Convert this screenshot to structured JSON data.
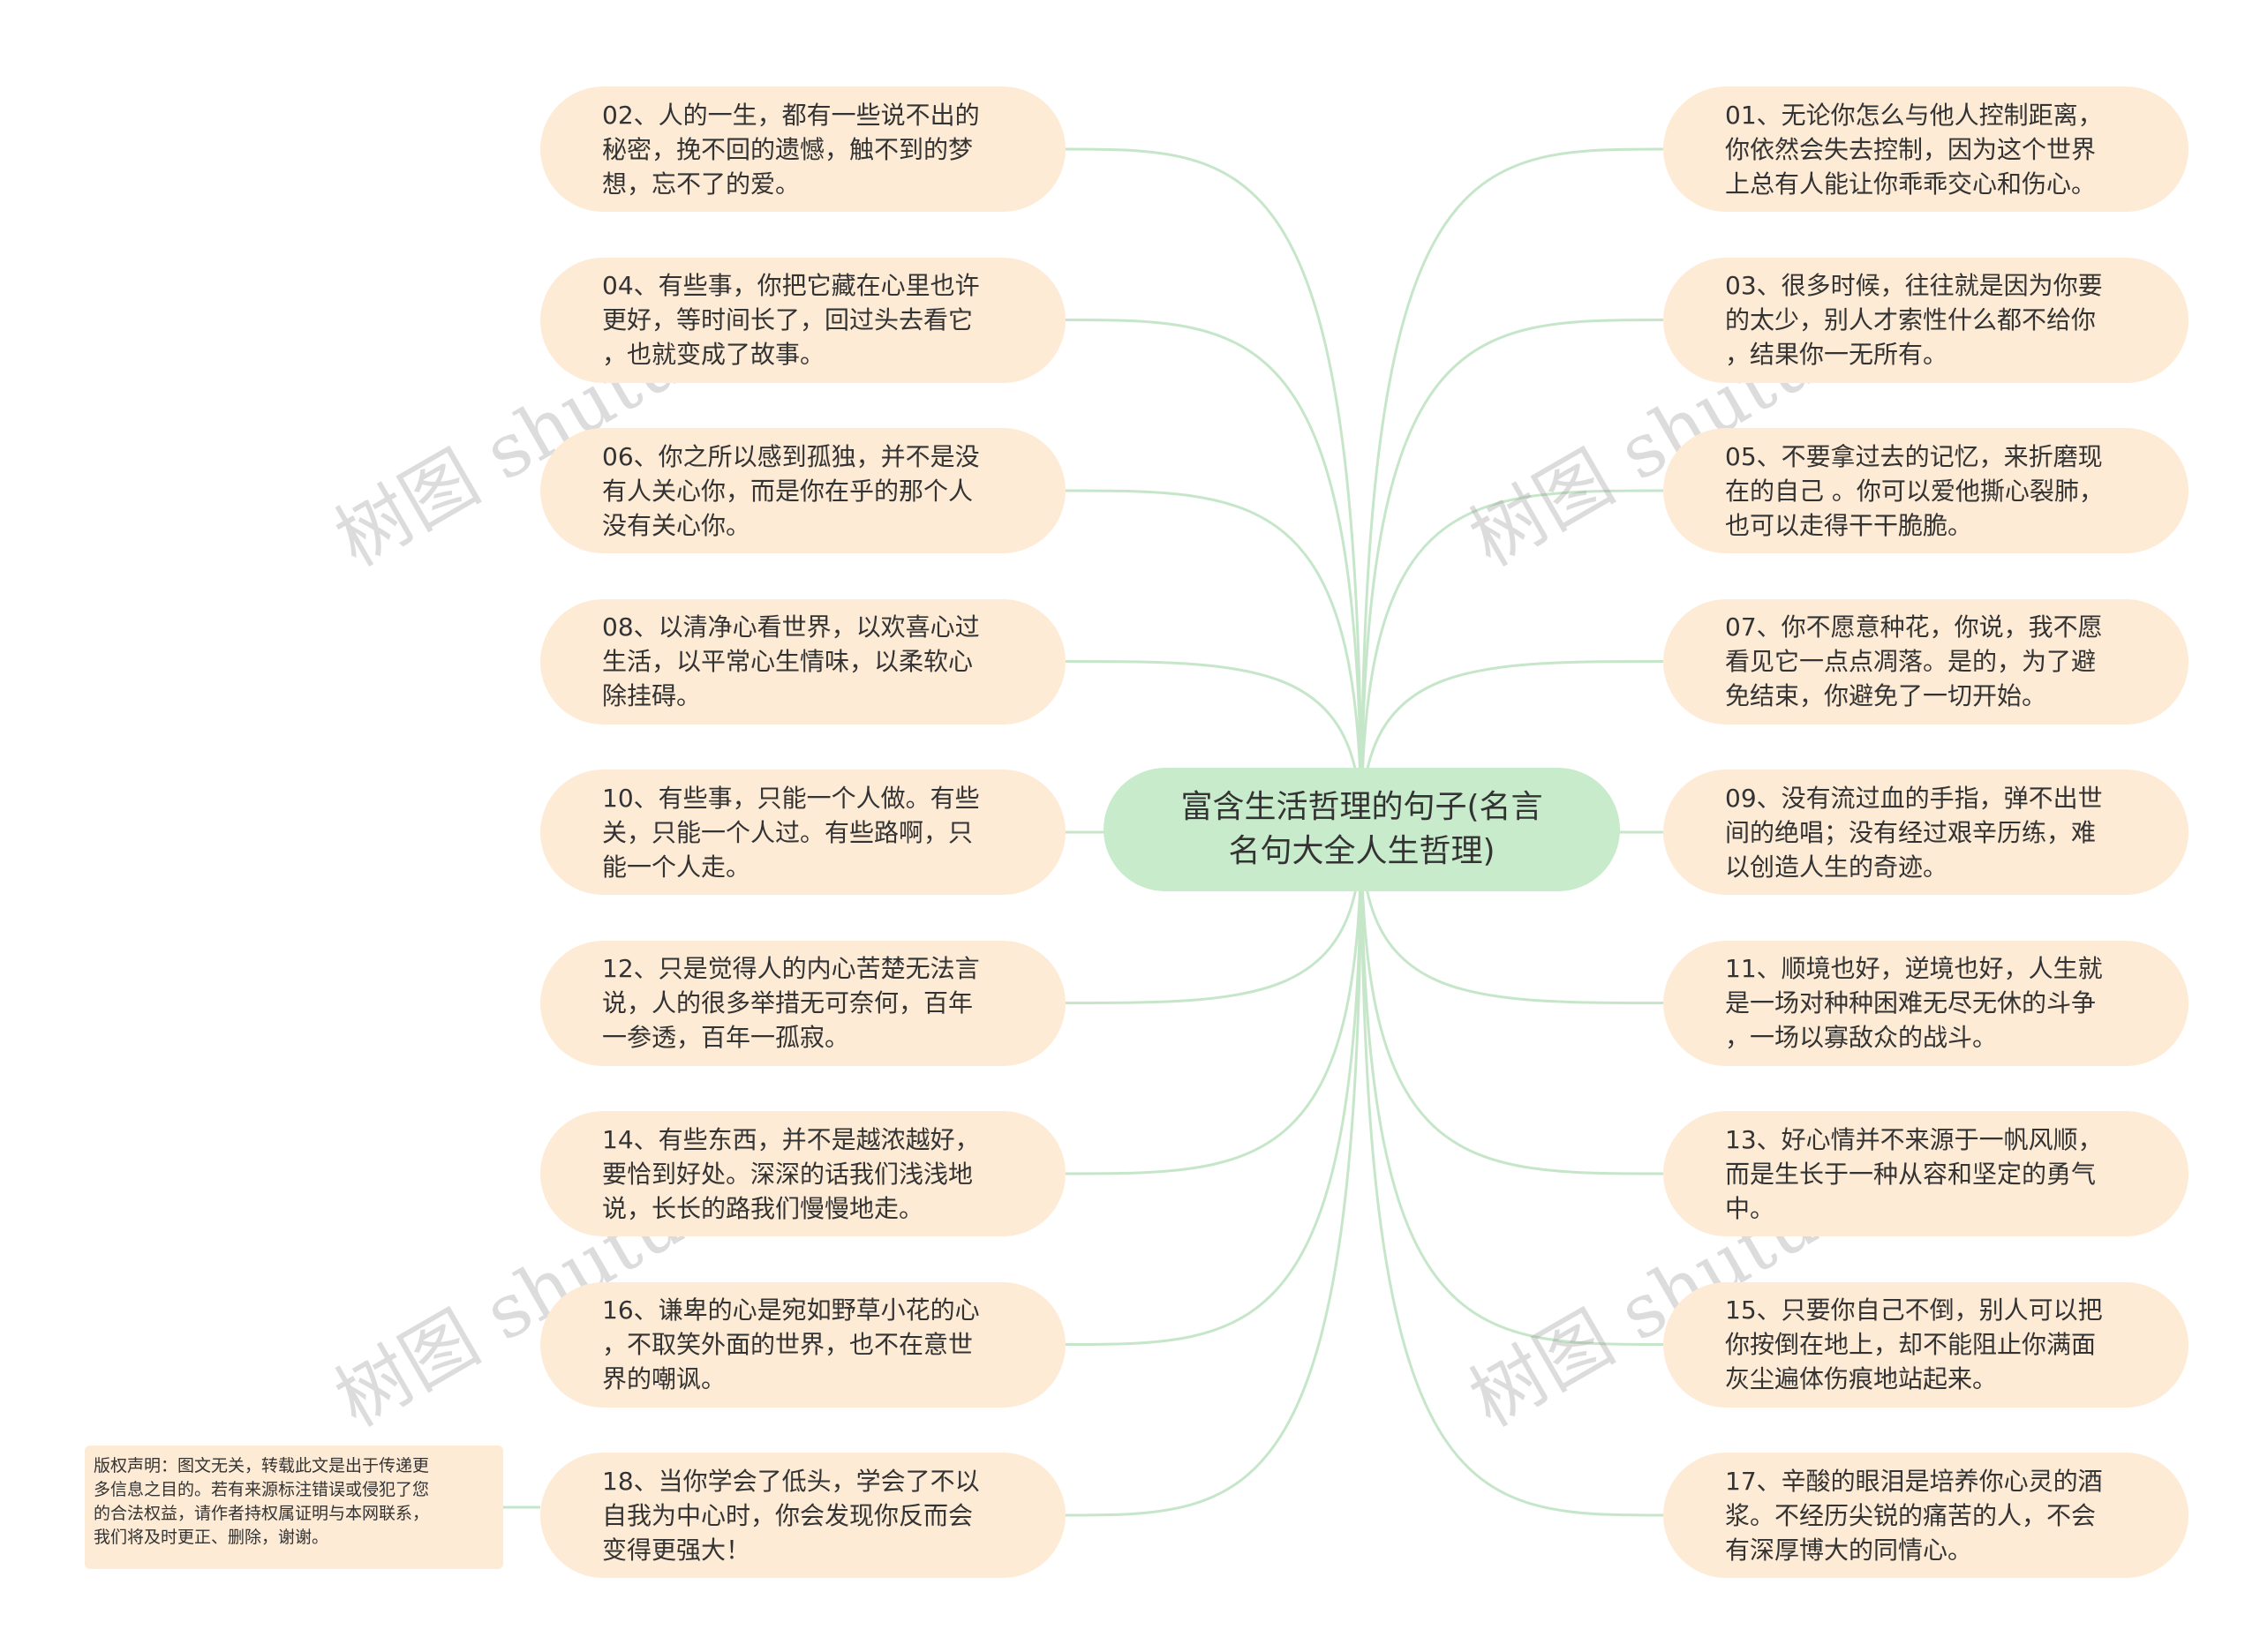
{
  "central_topic": "富含生活哲理的句子(名言\n名句大全人生哲理)",
  "left_nodes": [
    "02、人的一生，都有一些说不出的\n秘密，挽不回的遗憾，触不到的梦\n想，忘不了的爱。",
    "04、有些事，你把它藏在心里也许\n更好，等时间长了，回过头去看它\n，也就变成了故事。",
    "06、你之所以感到孤独，并不是没\n有人关心你，而是你在乎的那个人\n没有关心你。",
    "08、以清净心看世界，以欢喜心过\n生活，以平常心生情味，以柔软心\n除挂碍。",
    "10、有些事，只能一个人做。有些\n关，只能一个人过。有些路啊，只\n能一个人走。",
    "12、只是觉得人的内心苦楚无法言\n说，人的很多举措无可奈何，百年\n一参透，百年一孤寂。",
    "14、有些东西，并不是越浓越好，\n要恰到好处。深深的话我们浅浅地\n说，长长的路我们慢慢地走。",
    "16、谦卑的心是宛如野草小花的心\n，不取笑外面的世界，也不在意世\n界的嘲讽。",
    "18、当你学会了低头，学会了不以\n自我为中心时，你会发现你反而会\n变得更强大！"
  ],
  "right_nodes": [
    "01、无论你怎么与他人控制距离，\n你依然会失去控制，因为这个世界\n上总有人能让你乖乖交心和伤心。",
    "03、很多时候，往往就是因为你要\n的太少，别人才索性什么都不给你\n，结果你一无所有。",
    "05、不要拿过去的记忆，来折磨现\n在的自己 。你可以爱他撕心裂肺，\n也可以走得干干脆脆。",
    "07、你不愿意种花，你说，我不愿\n看见它一点点凋落。是的，为了避\n免结束，你避免了一切开始。",
    "09、没有流过血的手指，弹不出世\n间的绝唱；没有经过艰辛历练，难\n以创造人生的奇迹。",
    "11、顺境也好，逆境也好，人生就\n是一场对种种困难无尽无休的斗争\n，一场以寡敌众的战斗。",
    "13、好心情并不来源于一帆风顺，\n而是生长于一种从容和坚定的勇气\n中。",
    "15、只要你自己不倒，别人可以把\n你按倒在地上，却不能阻止你满面\n灰尘遍体伤痕地站起来。",
    "17、辛酸的眼泪是培养你心灵的酒\n浆。不经历尖锐的痛苦的人，不会\n有深厚博大的同情心。"
  ],
  "copyright": "版权声明：图文无关，转载此文是出于传递更\n多信息之目的。若有来源标注错误或侵犯了您\n的合法权益，请作者持权属证明与本网联系，\n我们将及时更正、删除，谢谢。",
  "watermark": "树图 shutu.cn",
  "colors": {
    "node_fill": "#fdebd6",
    "center_fill": "#c7ebcb",
    "link_stroke": "#c6e6c9",
    "text": "#333333"
  }
}
